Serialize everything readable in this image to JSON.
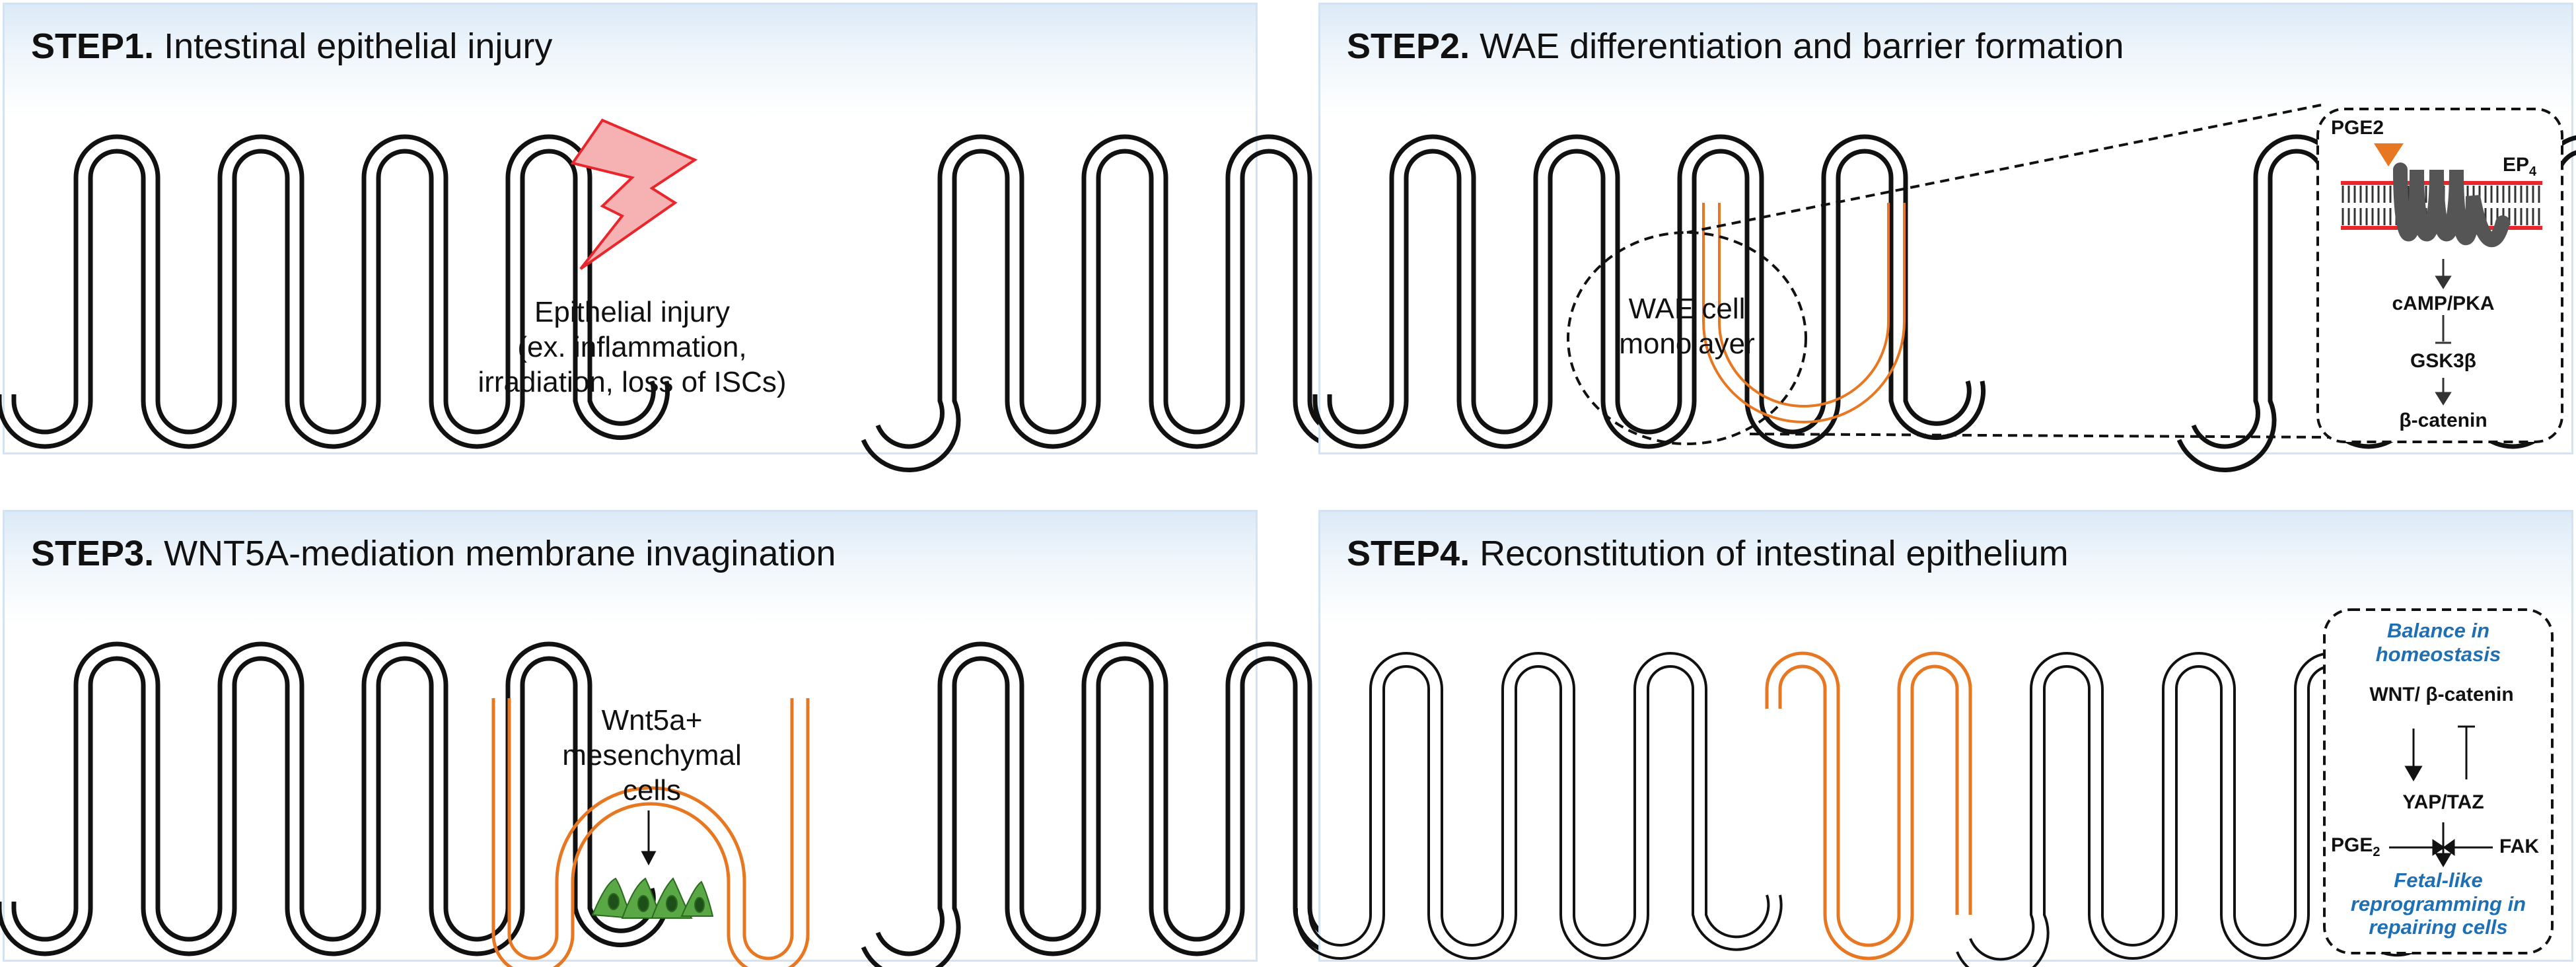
{
  "steps": [
    {
      "num": "STEP1.",
      "title": "Intestinal epithelial injury"
    },
    {
      "num": "STEP2.",
      "title": "WAE differentiation and barrier formation"
    },
    {
      "num": "STEP3.",
      "title": "WNT5A-mediation membrane invagination"
    },
    {
      "num": "STEP4.",
      "title": "Reconstitution of intestinal epithelium"
    }
  ],
  "step1": {
    "injury_lines": [
      "Epithelial injury",
      "(ex. inflammation,",
      "irradiation, loss of ISCs)"
    ]
  },
  "step2": {
    "wae_lines": [
      "WAE cell",
      "monolayer"
    ],
    "pge2": "PGE2",
    "ep": "EP",
    "ep_sub": "4",
    "camp": "cAMP/PKA",
    "gsk": "GSK3β",
    "bcat": "β-catenin"
  },
  "step3": {
    "wnt_lines": [
      "Wnt5a+",
      "mesenchymal",
      "cells"
    ]
  },
  "step4": {
    "balance_lines": [
      "Balance in",
      "homeostasis"
    ],
    "wnt": "WNT/ β-catenin",
    "yap": "YAP/TAZ",
    "pge": "PGE",
    "pge_sub": "2",
    "fak": "FAK",
    "fetal_lines": [
      "Fetal-like",
      "reprogramming in",
      "repairing cells"
    ]
  },
  "colors": {
    "orange": "#e87722",
    "blue": "#1f6fb5",
    "panel_border": "#d3e3f1",
    "bolt": "#e8262c"
  }
}
